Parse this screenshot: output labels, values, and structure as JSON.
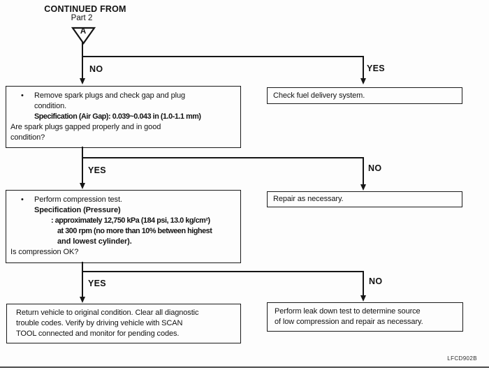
{
  "page": {
    "continued_from": "CONTINUED FROM",
    "part": "Part 2",
    "connector_a": "A",
    "doc_code": "LFCD902B"
  },
  "decision1": {
    "left": "NO",
    "right": "YES"
  },
  "decision2": {
    "left": "YES",
    "right": "NO"
  },
  "decision3": {
    "left": "YES",
    "right": "NO"
  },
  "box_spark": {
    "bullet": "•",
    "l1": "Remove spark plugs and check gap and plug",
    "l2": "condition.",
    "l3": "Specification (Air Gap): 0.039~0.043 in (1.0-1.1 mm)",
    "l4": "Are spark plugs gapped properly and in good",
    "l5": "condition?"
  },
  "box_fuel": {
    "text": "Check fuel delivery system."
  },
  "box_compression": {
    "bullet": "•",
    "l1": "Perform compression test.",
    "l2": "Specification (Pressure)",
    "l3": ": approximately 12,750 kPa (184 psi, 13.0 kg/cm²)",
    "l4": "at 300 rpm (no more than 10% between highest",
    "l5": "and lowest cylinder).",
    "l6": "Is compression OK?"
  },
  "box_repair": {
    "text": "Repair as necessary."
  },
  "box_return": {
    "l1": "Return vehicle to original condition. Clear all diagnostic",
    "l2": "trouble codes. Verify by driving vehicle with SCAN",
    "l3": "TOOL connected and monitor for pending codes."
  },
  "box_leakdown": {
    "l1": "Perform leak down test to determine source",
    "l2": "of low compression and repair as necessary."
  },
  "colors": {
    "line": "#161616",
    "text": "#121212",
    "background": "#fdfdfd"
  }
}
